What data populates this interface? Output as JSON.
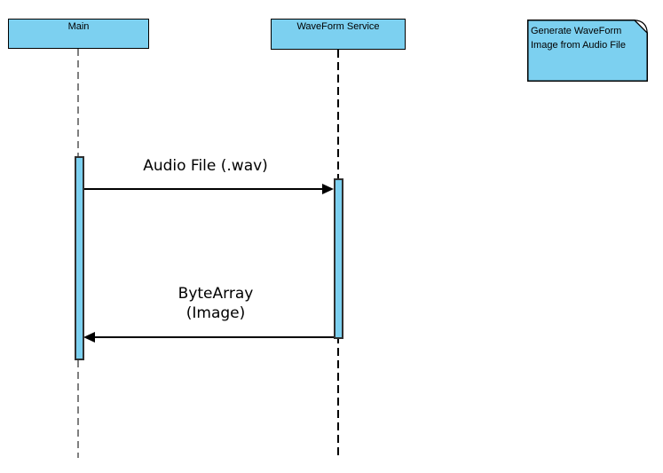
{
  "diagram": {
    "type": "uml-sequence-diagram",
    "colors": {
      "shape_fill": "#7cd0f0",
      "shape_border": "#000000",
      "activation_border": "#2f2f2f",
      "lifeline_main_dash": "#7f7f7f",
      "lifeline_service_dash": "#000000",
      "message_line": "#000000",
      "text": "#000000",
      "note_fold": "#ffffff"
    },
    "lifelines": [
      {
        "name": "Main"
      },
      {
        "name": "WaveForm Service"
      }
    ],
    "messages": [
      {
        "label": "Audio File (.wav)",
        "from": "Main",
        "to": "WaveForm Service",
        "direction": "right"
      },
      {
        "lines": [
          "ByteArray",
          "(Image)"
        ],
        "from": "WaveForm Service",
        "to": "Main",
        "direction": "left"
      }
    ],
    "note": {
      "lines": [
        "Generate WaveForm",
        "Image from Audio File"
      ]
    }
  }
}
